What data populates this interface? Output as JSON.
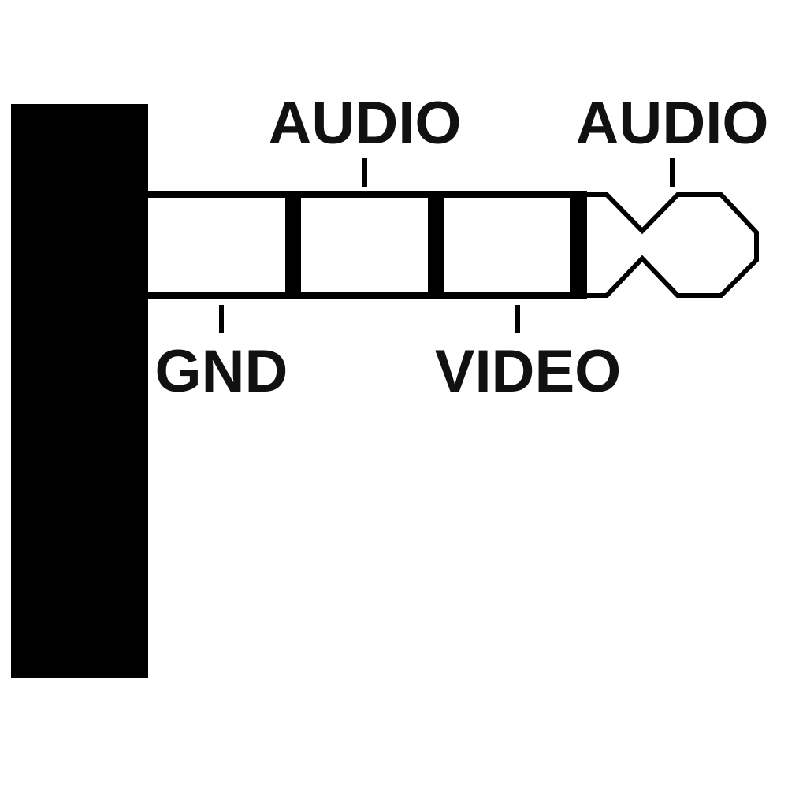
{
  "diagram": {
    "labels": {
      "audio_middle": "AUDIO",
      "audio_tip": "AUDIO",
      "ground": "GND",
      "video": "VIDEO"
    },
    "colors": {
      "background": "#ffffff",
      "ink": "#000000"
    }
  }
}
